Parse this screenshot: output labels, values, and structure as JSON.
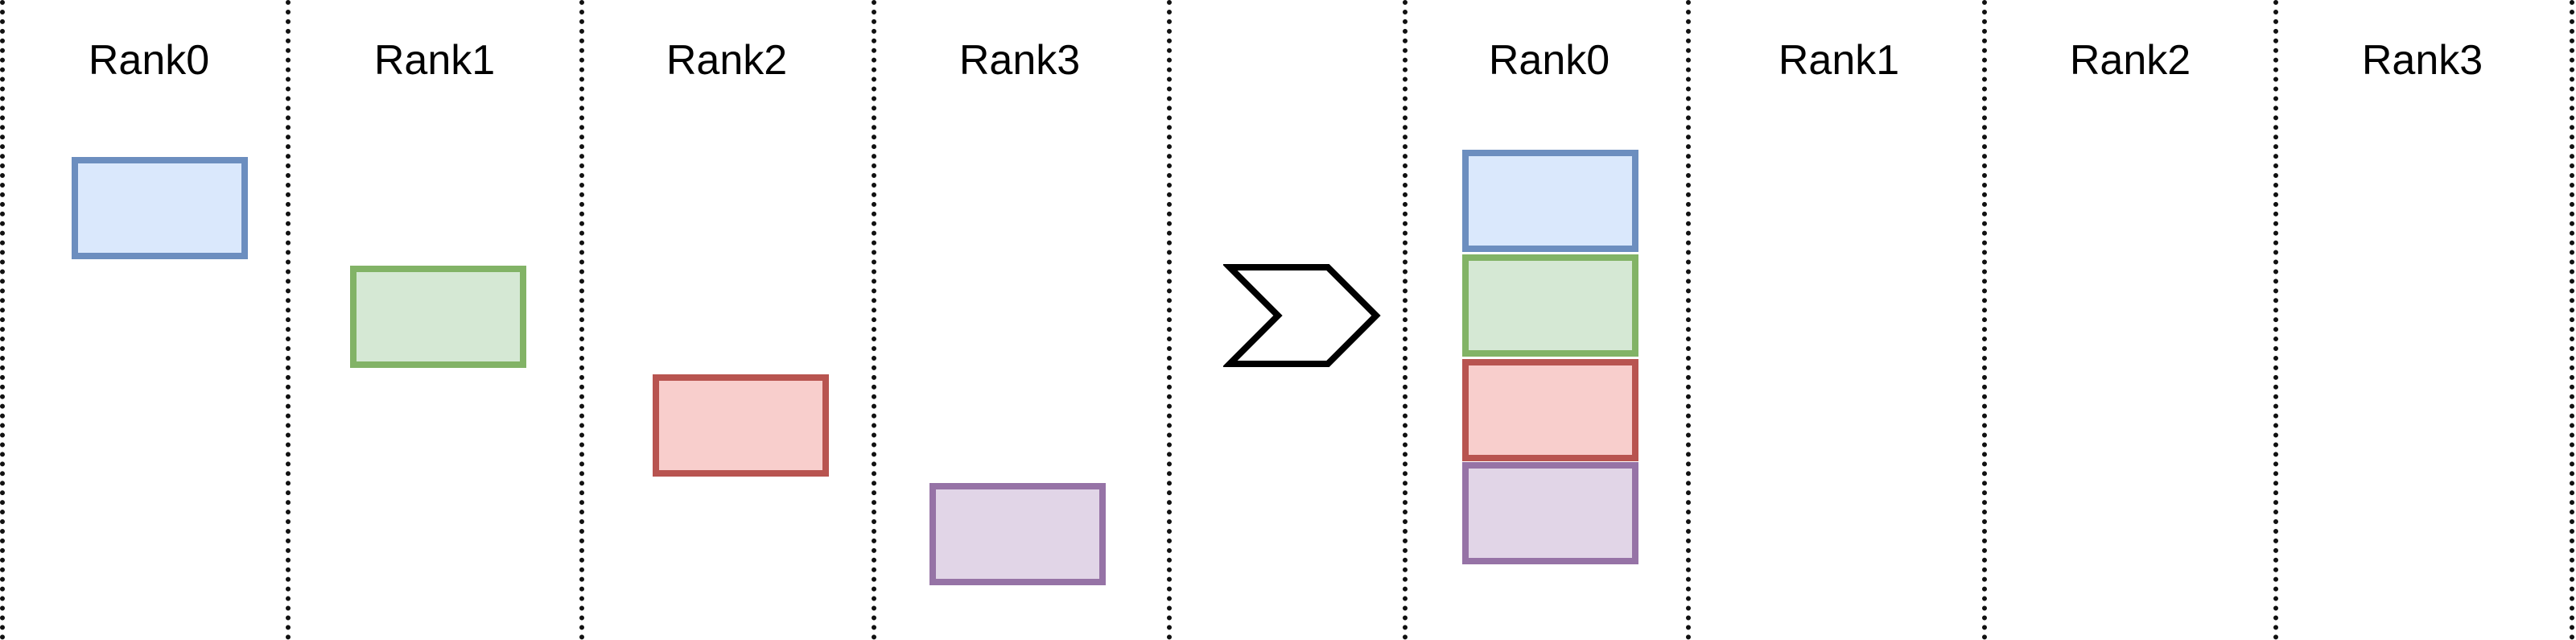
{
  "ranks_before": [
    "Rank0",
    "Rank1",
    "Rank2",
    "Rank3"
  ],
  "ranks_after": [
    "Rank0",
    "Rank1",
    "Rank2",
    "Rank3"
  ],
  "block_colors": {
    "blue": {
      "fill": "#dae8fc",
      "stroke": "#6c8ebf"
    },
    "green": {
      "fill": "#d5e8d4",
      "stroke": "#82b366"
    },
    "red": {
      "fill": "#f8cecc",
      "stroke": "#b85450"
    },
    "purple": {
      "fill": "#e1d5e7",
      "stroke": "#9673a6"
    }
  },
  "arrow_icon": "chevron-right-icon"
}
